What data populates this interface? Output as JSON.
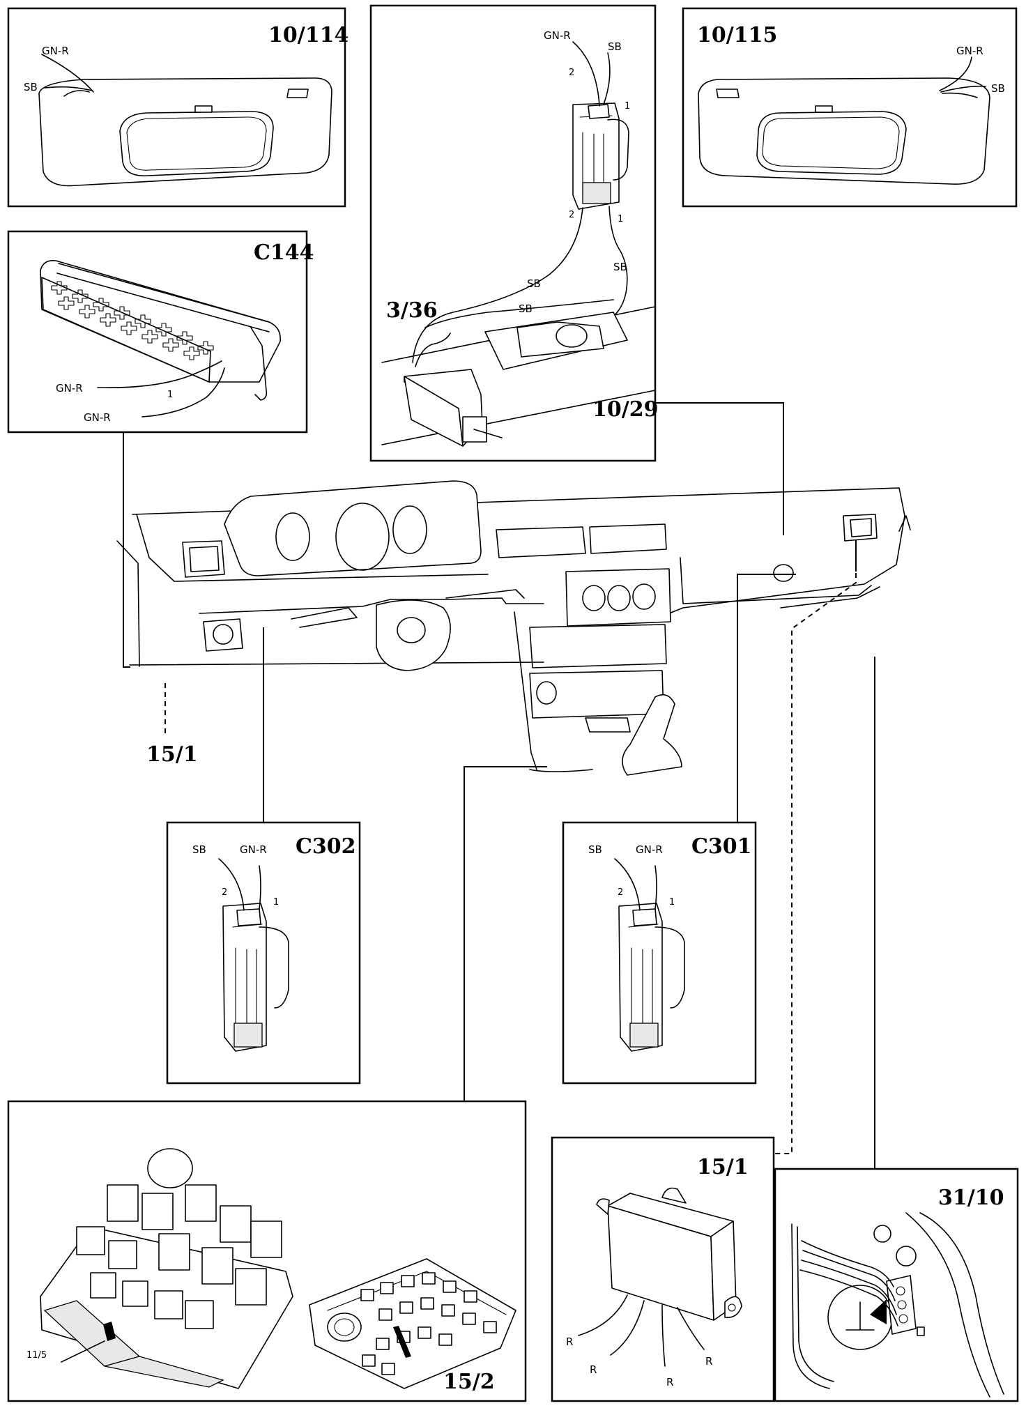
{
  "panels": {
    "sun_visor_left": {
      "title": "10/114",
      "wires": [
        "GN-R",
        "SB"
      ]
    },
    "switch_3_36": {
      "title": "3/36",
      "title2": "10/29",
      "wires": [
        "GN-R",
        "SB",
        "SB",
        "SB",
        "SB"
      ],
      "pins": [
        "2",
        "1",
        "2",
        "1"
      ]
    },
    "sun_visor_right": {
      "title": "10/115",
      "wires": [
        "GN-R",
        "SB"
      ]
    },
    "c144": {
      "title": "C144",
      "wires": [
        "GN-R",
        "GN-R"
      ],
      "pin": "1"
    },
    "c302": {
      "title": "C302",
      "wires": [
        "SB",
        "GN-R"
      ],
      "pins": [
        "2",
        "1"
      ]
    },
    "c301": {
      "title": "C301",
      "wires": [
        "SB",
        "GN-R"
      ],
      "pins": [
        "2",
        "1"
      ]
    },
    "central_electronic": {
      "title": "15/2",
      "sublabel": "11/5"
    },
    "module_15_1": {
      "title": "15/1",
      "wires": [
        "R",
        "R",
        "R",
        "R"
      ]
    },
    "ground_31_10": {
      "title": "31/10"
    }
  },
  "dashboard": {
    "reference_label": "15/1"
  },
  "icons": [
    "sun-visor-icon",
    "connector-icon",
    "switch-icon",
    "dashboard-icon",
    "relay-box-icon",
    "control-module-icon",
    "ground-point-icon"
  ]
}
